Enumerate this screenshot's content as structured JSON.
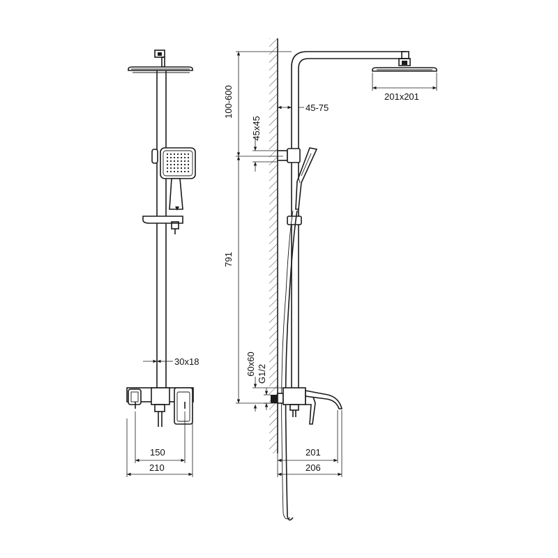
{
  "dimensions": {
    "head_size": "201x201",
    "riser_height_range": "100-600",
    "wall_offset": "45-75",
    "bracket_size": "45x45",
    "bar_length": "791",
    "bar_profile": "30x18",
    "mixer_plate": "60x60",
    "thread": "G1/2",
    "inlet_spacing": "150",
    "mixer_width": "210",
    "spout_reach": "201",
    "total_depth": "206"
  }
}
